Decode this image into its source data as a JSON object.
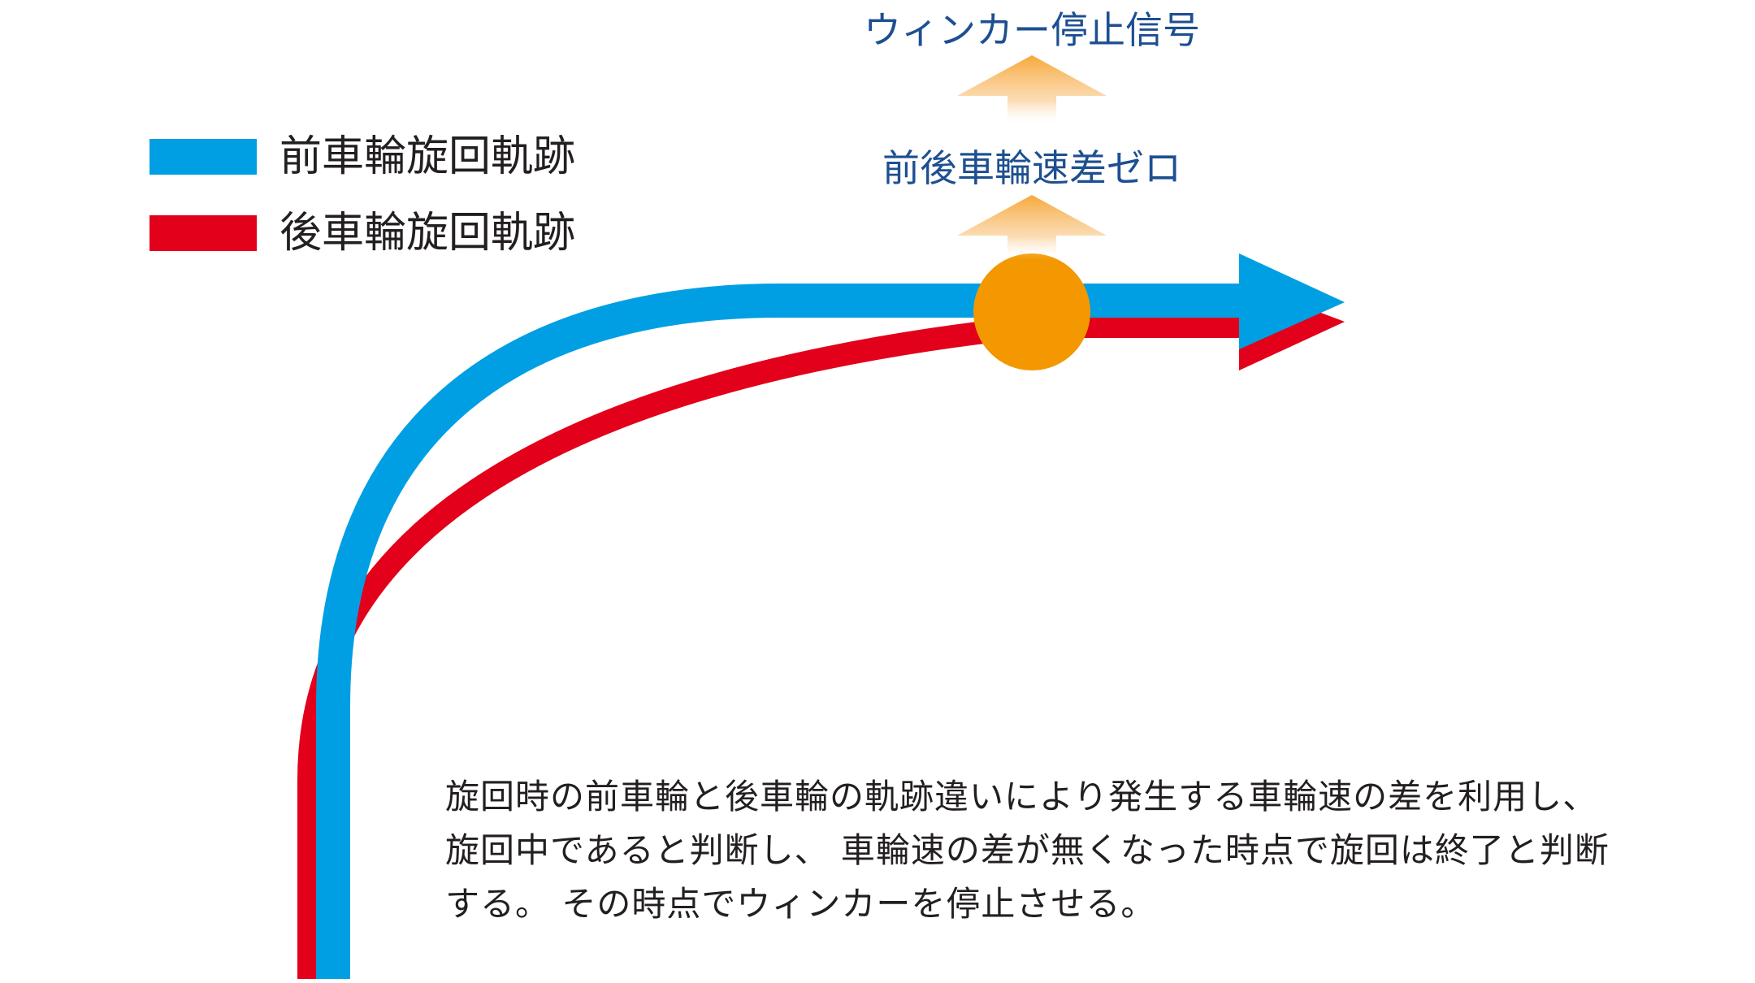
{
  "colors": {
    "front": "#009fe3",
    "rear": "#e2001a",
    "marker": "#f39800",
    "arrow_up": "#f6a83a",
    "label_blue": "#1d4f91",
    "text": "#231f20"
  },
  "legend": {
    "front": {
      "label": "前車輪旋回軌跡",
      "color": "#009fe3"
    },
    "rear": {
      "label": "後車輪旋回軌跡",
      "color": "#e2001a"
    }
  },
  "labels": {
    "speed_diff_zero": "前後車輪速差ゼロ",
    "blinker_stop": "ウィンカー停止信号"
  },
  "caption": {
    "lines": [
      "旋回時の前車輪と後車輪の軌跡違いにより発生する車輪速の差を利用し、",
      "旋回中であると判断し、 車輪速の差が無くなった時点で旋回は終了と判断",
      "する。 その時点でウィンカーを停止させる。"
    ]
  }
}
